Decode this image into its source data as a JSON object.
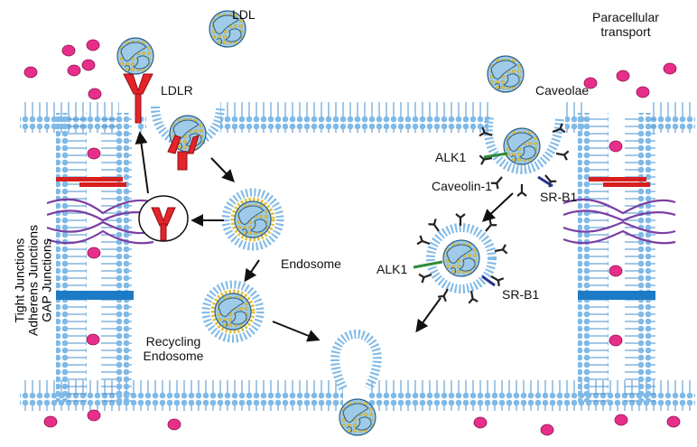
{
  "labels": {
    "ldl": "LDL",
    "ldlr": "LDLR",
    "paracellular_line1": "Paracellular",
    "paracellular_line2": "transport",
    "caveolae": "Caveolae",
    "alk1_top": "ALK1",
    "caveolin1": "Caveolin-1",
    "srb1_top": "SR-B1",
    "alk1_bottom": "ALK1",
    "srb1_bottom": "SR-B1",
    "endosome": "Endosome",
    "recycling_line1": "Recycling",
    "recycling_line2": "Endosome",
    "junction_tight": "Tight Junctions",
    "junction_adherens": "Adherens Junctions",
    "junction_gap": "GAP Junctions"
  },
  "colors": {
    "membrane": "#7fb9e6",
    "membrane_dark": "#4a8fcc",
    "particle_blue": "#9fcbe8",
    "particle_gold": "#e2c341",
    "pink": "#e62e8a",
    "receptor": "#e4232a",
    "tight_junction": "#d71f1f",
    "adherens": "#7b3fa3",
    "gap": "#1d7ac4",
    "alk1": "#2f8a3a",
    "srb1": "#27348b",
    "caveolin": "#222222"
  }
}
